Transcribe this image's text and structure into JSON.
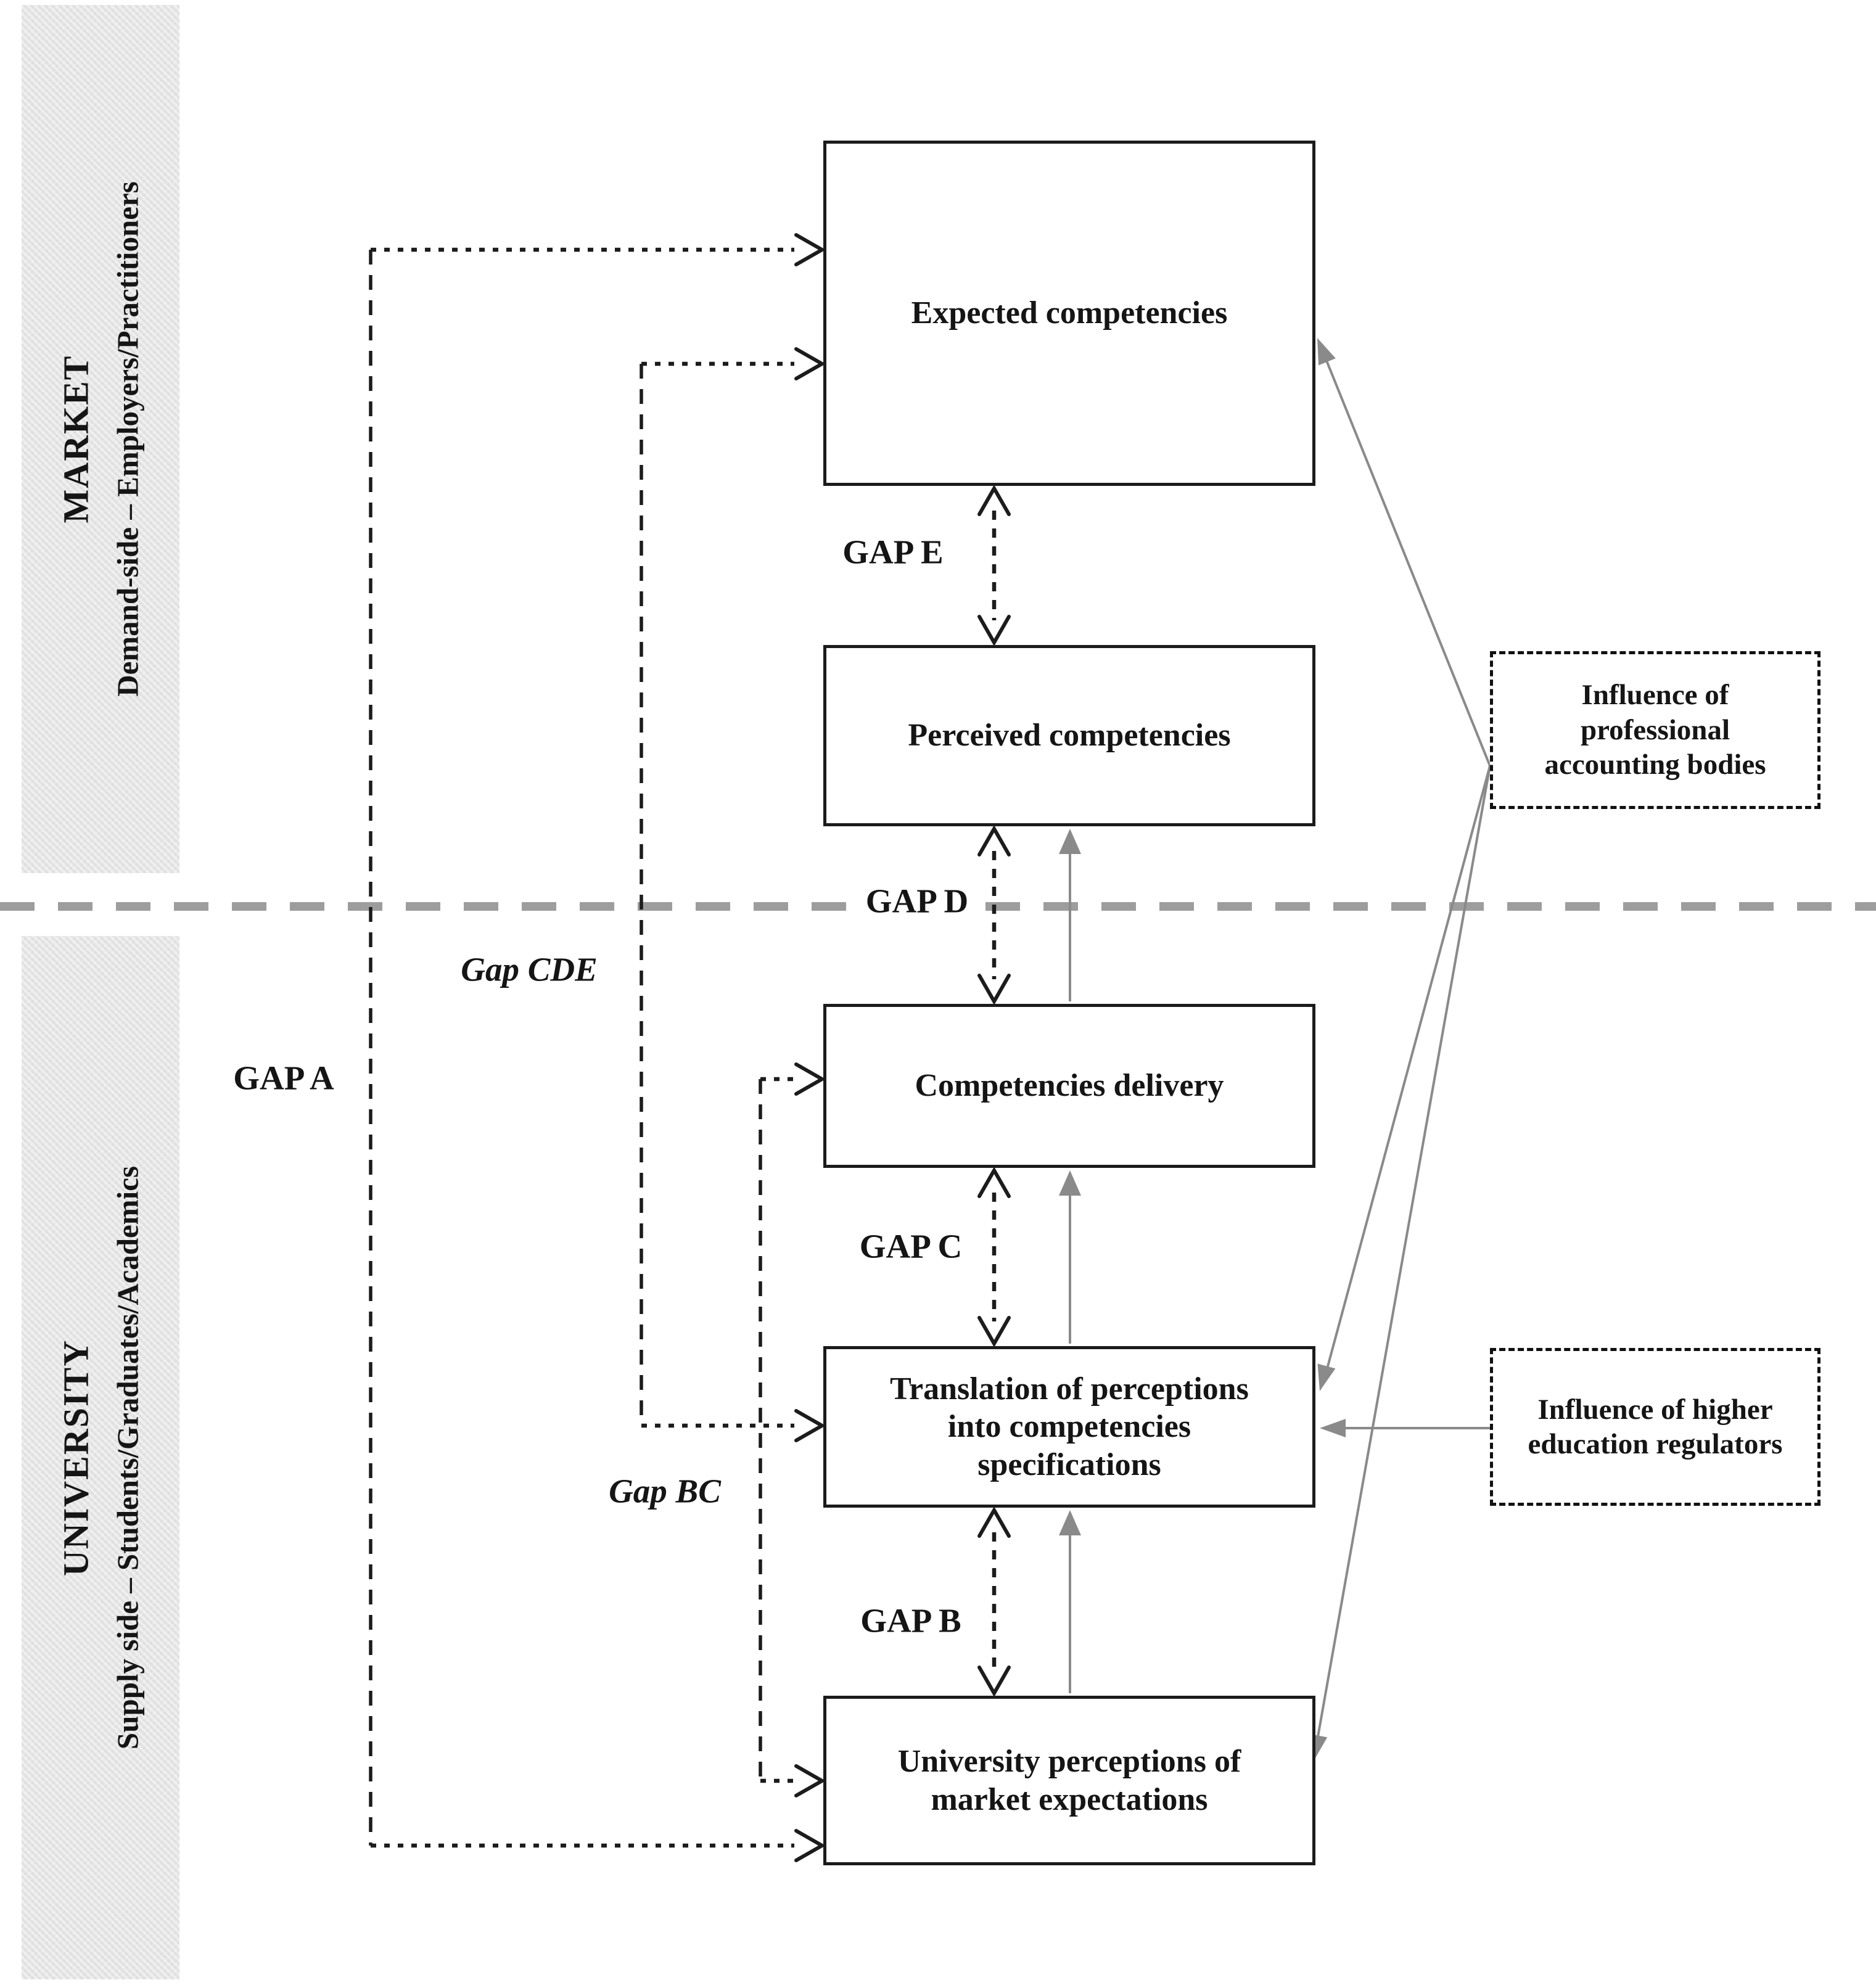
{
  "market_band": {
    "title": "MARKET",
    "subtitle": "Demand-side – Employers/Practitioners"
  },
  "university_band": {
    "title": "UNIVERSITY",
    "subtitle": "Supply side – Students/Graduates/Academics"
  },
  "boxes": {
    "expected": "Expected competencies",
    "perceived": "Perceived competencies",
    "delivery": "Competencies delivery",
    "translation": "Translation of perceptions into competencies specifications",
    "university_perceptions": "University perceptions of market expectations",
    "professional_bodies": "Influence of professional accounting bodies",
    "higher_education_regulators": "Influence of higher education regulators"
  },
  "gap_labels": {
    "gap_a": "GAP A",
    "gap_b": "GAP B",
    "gap_c": "GAP C",
    "gap_d": "GAP D",
    "gap_e": "GAP E",
    "gap_cde": "Gap CDE",
    "gap_bc": "Gap BC"
  },
  "colors": {
    "band_fill": "#e4e4e4",
    "line_black": "#1c1c1c",
    "line_gray": "#8a8a8a",
    "divider_gray": "#9d9d9d"
  }
}
